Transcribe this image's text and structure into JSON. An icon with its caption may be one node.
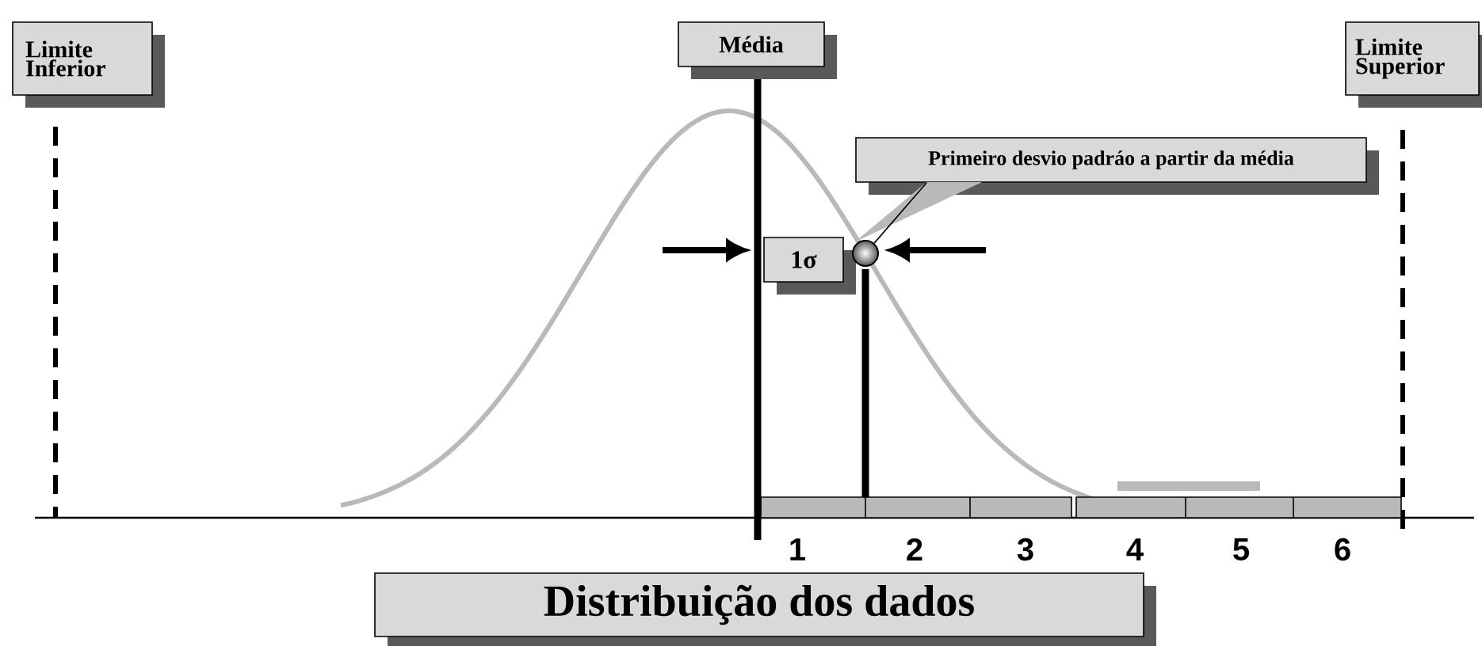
{
  "diagram": {
    "nodes": [
      {
        "text": [
          "Limite Inferior"
        ]
      },
      {
        "text": [
          "Média"
        ]
      },
      {
        "text": [
          "Limite Superior"
        ]
      },
      {
        "text": [
          "Primeiro desvio padráo a partir da média"
        ]
      },
      {
        "text": [
          "1σ"
        ]
      },
      {
        "text": [],
        "shape": "circle"
      },
      {
        "text": [
          "Distribuição dos dados"
        ]
      }
    ],
    "edges": [
      {
        "from": 3,
        "to": 5,
        "arrow": "none"
      }
    ],
    "labels": [
      "1",
      "2",
      "3",
      "4",
      "5",
      "6"
    ]
  }
}
